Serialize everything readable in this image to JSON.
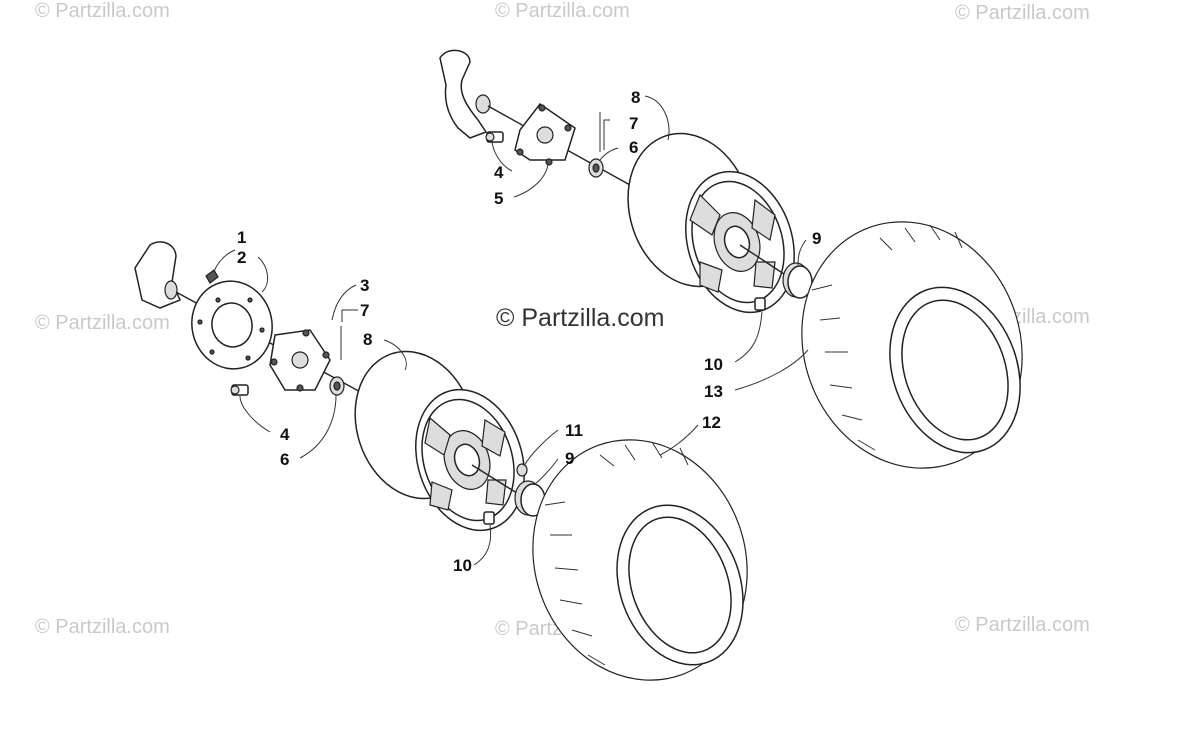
{
  "watermark": {
    "corner_text": "© Partzilla.com",
    "center_text": "© Partzilla.com"
  },
  "callouts": {
    "c1": "1",
    "c2": "2",
    "c3": "3",
    "c4a": "4",
    "c4b": "4",
    "c5": "5",
    "c6a": "6",
    "c6b": "6",
    "c7a": "7",
    "c7b": "7",
    "c8a": "8",
    "c8b": "8",
    "c9a": "9",
    "c9b": "9",
    "c10a": "10",
    "c10b": "10",
    "c11": "11",
    "c12": "12",
    "c13": "13"
  },
  "colors": {
    "line": "#222222",
    "watermark": "#c9c9c9",
    "background": "#ffffff"
  }
}
